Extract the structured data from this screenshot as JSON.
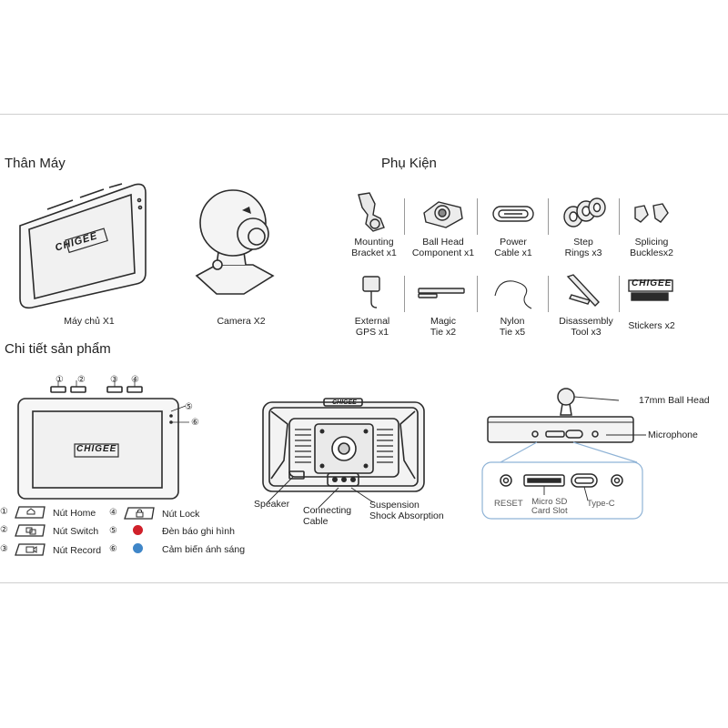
{
  "sections": {
    "body_title": "Thân Máy",
    "accessories_title": "Phụ Kiện",
    "details_title": "Chi tiết sản phẩm"
  },
  "body_items": [
    {
      "label": "Máy chủ X1"
    },
    {
      "label": "Camera X2"
    }
  ],
  "accessories": [
    {
      "line1": "Mounting",
      "line2": "Bracket x1"
    },
    {
      "line1": "Ball Head",
      "line2": "Component x1"
    },
    {
      "line1": "Power",
      "line2": "Cable x1"
    },
    {
      "line1": "Step",
      "line2": "Rings x3"
    },
    {
      "line1": "Splicing",
      "line2": "Bucklesx2"
    },
    {
      "line1": "External",
      "line2": "GPS x1"
    },
    {
      "line1": "Magic",
      "line2": "Tie x2"
    },
    {
      "line1": "Nylon",
      "line2": "Tie x5"
    },
    {
      "line1": "Disassembly",
      "line2": "Tool x3"
    },
    {
      "line1": "Stickers x2",
      "line2": ""
    }
  ],
  "brand_logo_text": "CHIGEE",
  "front_numbers": [
    "①",
    "②",
    "③",
    "④",
    "⑤",
    "⑥"
  ],
  "legend": [
    {
      "num": "①",
      "label": "Nút Home"
    },
    {
      "num": "②",
      "label": "Nút Switch"
    },
    {
      "num": "③",
      "label": "Nút Record"
    },
    {
      "num": "④",
      "label": "Nút Lock"
    },
    {
      "num": "⑤",
      "label": "Đèn báo ghi hình",
      "color": "#d0202a"
    },
    {
      "num": "⑥",
      "label": "Cảm biến ánh sáng",
      "color": "#3f86c8"
    }
  ],
  "back_labels": {
    "speaker": "Speaker",
    "connecting_1": "Connecting",
    "connecting_2": "Cable",
    "suspension_1": "Suspension",
    "suspension_2": "Shock Absorption"
  },
  "side_labels": {
    "ball_head": "17mm Ball Head",
    "microphone": "Microphone",
    "reset": "RESET",
    "sd_1": "Micro SD",
    "sd_2": "Card Slot",
    "typec": "Type-C"
  },
  "colors": {
    "line": "#2b2b2b",
    "record_led": "#d0202a",
    "light_sensor": "#3f86c8",
    "callout_box": "#8fb3d6"
  }
}
